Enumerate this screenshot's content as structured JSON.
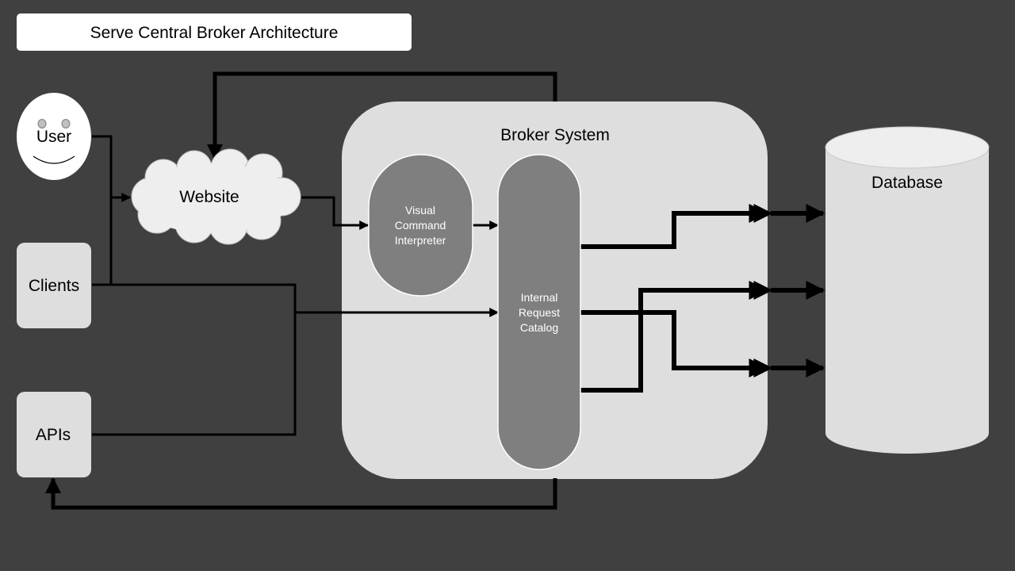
{
  "title": "Serve Central Broker Architecture",
  "nodes": {
    "user": "User",
    "clients": "Clients",
    "apis": "APIs",
    "website": "Website",
    "broker_system": "Broker System",
    "visual_command_interpreter": [
      "Visual",
      "Command",
      "Interpreter"
    ],
    "internal_request_catalog": [
      "Internal",
      "Request",
      "Catalog"
    ],
    "database": "Database"
  },
  "colors": {
    "background": "#404040",
    "panel": "#dedede",
    "inner_node": "#7f7f7f",
    "cloud": "#eeeeee",
    "line": "#000000"
  }
}
